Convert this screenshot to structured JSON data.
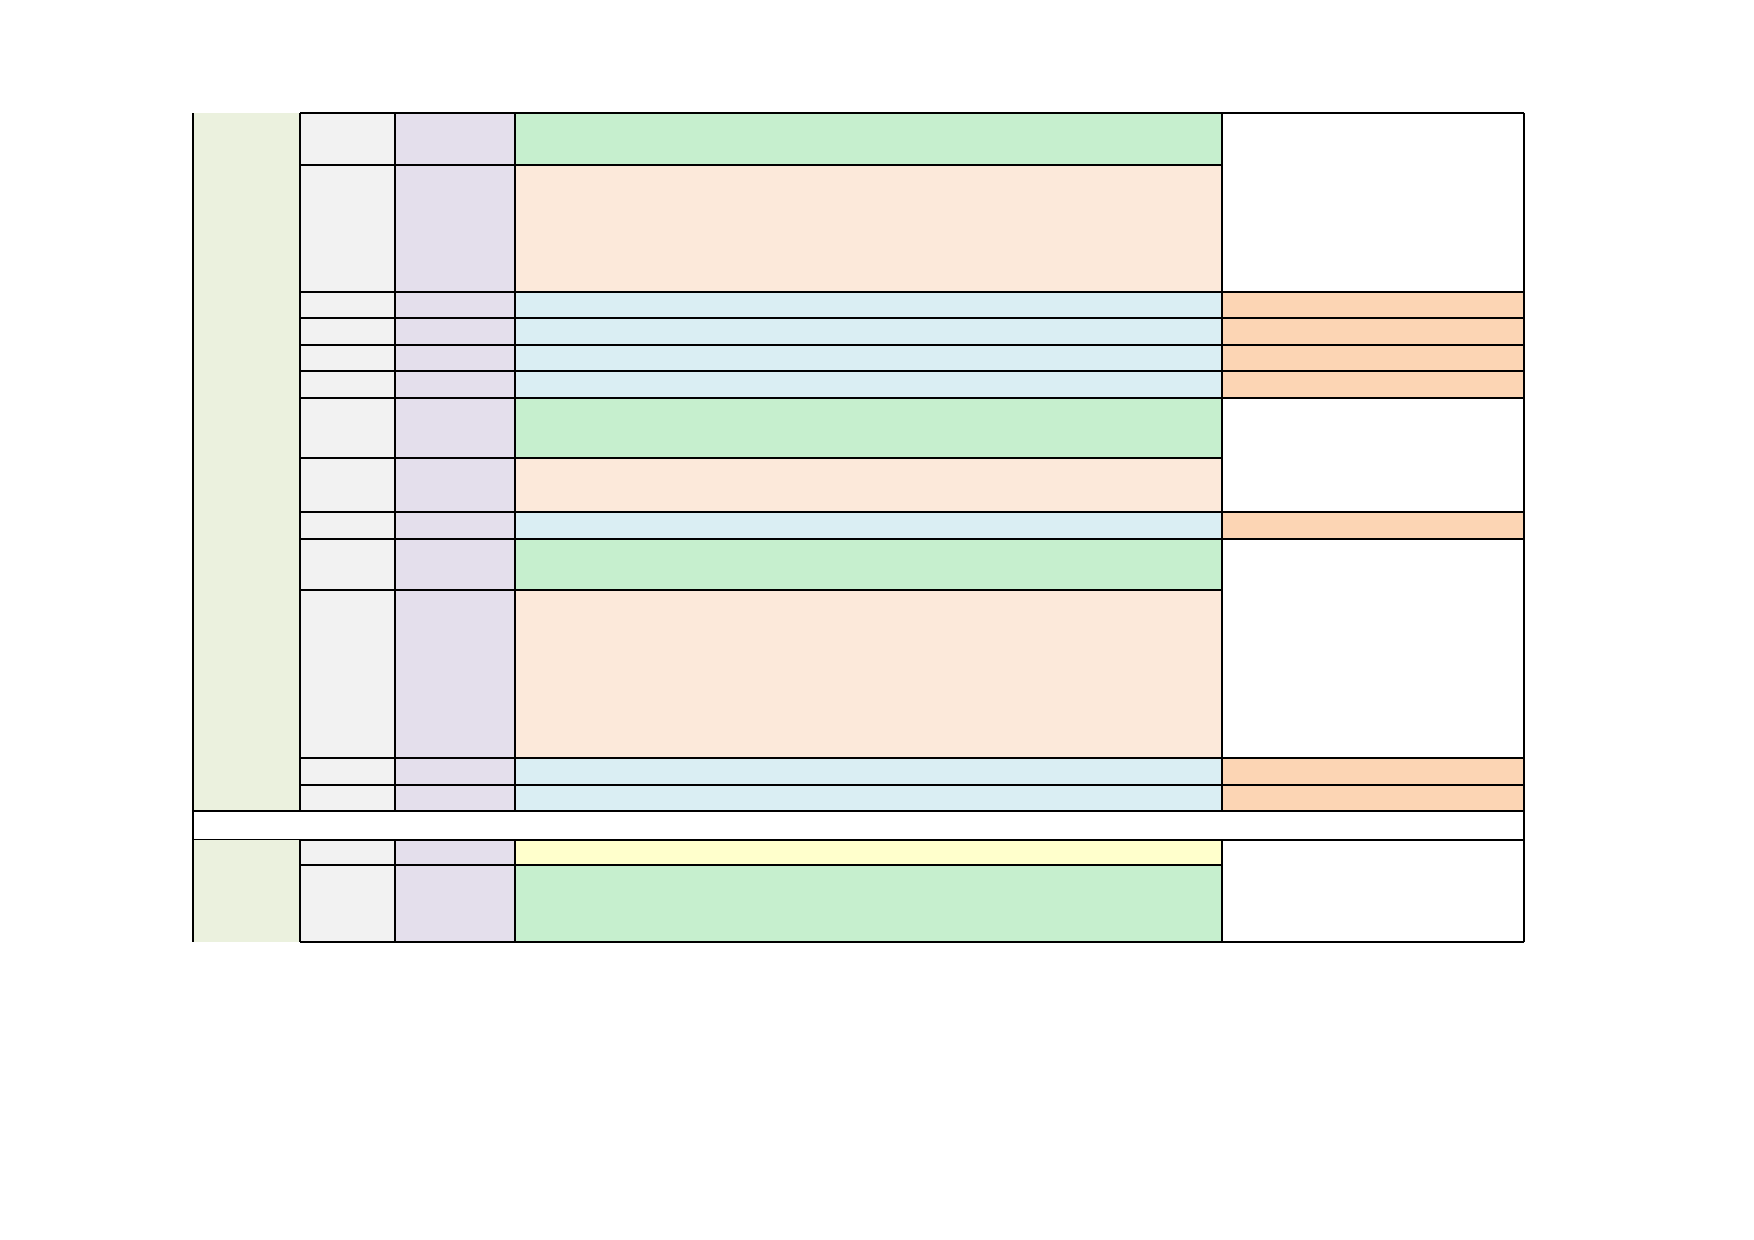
{
  "sheet": {
    "colors": {
      "section_band": "#EBF1DE",
      "column_b": "#F2F2F2",
      "column_c": "#E4DFEC",
      "green_fill": "#C6EFCE",
      "peach_fill": "#FCE9DA",
      "blue_fill": "#DAEEF3",
      "orange_fill": "#FCD5B4",
      "yellow_fill": "#FFFFCC",
      "white_fill": "#FFFFFF",
      "grid_line": "#000000"
    },
    "rows": [
      {
        "height": 52,
        "d_fill": "green_fill",
        "e_fill": "white_fill"
      },
      {
        "height": 127,
        "d_fill": "peach_fill",
        "e_fill": "white_fill"
      },
      {
        "height": 26,
        "d_fill": "blue_fill",
        "e_fill": "orange_fill"
      },
      {
        "height": 27,
        "d_fill": "blue_fill",
        "e_fill": "orange_fill"
      },
      {
        "height": 26,
        "d_fill": "blue_fill",
        "e_fill": "orange_fill"
      },
      {
        "height": 27,
        "d_fill": "blue_fill",
        "e_fill": "orange_fill"
      },
      {
        "height": 60,
        "d_fill": "green_fill",
        "e_fill": "white_fill"
      },
      {
        "height": 54,
        "d_fill": "peach_fill",
        "e_fill": "white_fill"
      },
      {
        "height": 27,
        "d_fill": "blue_fill",
        "e_fill": "orange_fill"
      },
      {
        "height": 51,
        "d_fill": "green_fill",
        "e_fill": "white_fill"
      },
      {
        "height": 168,
        "d_fill": "peach_fill",
        "e_fill": "white_fill"
      },
      {
        "height": 27,
        "d_fill": "blue_fill",
        "e_fill": "orange_fill"
      },
      {
        "height": 26,
        "d_fill": "blue_fill",
        "e_fill": "orange_fill"
      }
    ],
    "second_block_rows": [
      {
        "height": 25,
        "d_fill": "yellow_fill",
        "e_fill": "white_fill"
      },
      {
        "height": 77,
        "d_fill": "green_fill",
        "e_fill": "white_fill"
      }
    ]
  }
}
